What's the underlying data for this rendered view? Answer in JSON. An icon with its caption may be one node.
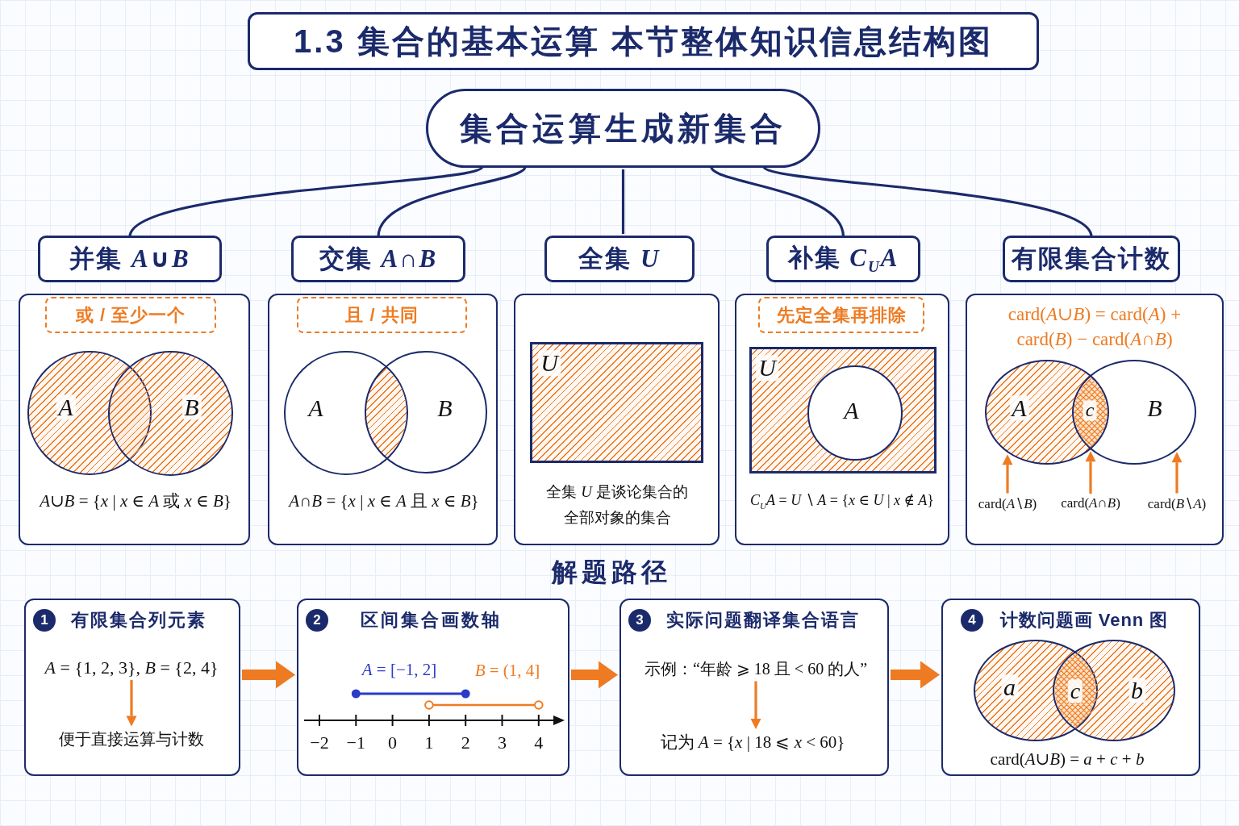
{
  "diagram": {
    "title": "1.3 集合的基本运算 本节整体知识信息结构图",
    "nodes": [
      {
        "text": [
          "集合运算生成新集合"
        ]
      },
      {
        "text": [
          "并集 *A*∪*B*"
        ]
      },
      {
        "text": [
          "交集 *A*∩*B*"
        ]
      },
      {
        "text": [
          "全集 *U*"
        ]
      },
      {
        "text": [
          "补集 *C*$_{U}$*A*"
        ]
      },
      {
        "text": [
          "有限集合计数"
        ]
      },
      {
        "text": [
          "*A*∪*B* = {*x* | *x* ∈ *A* 或 *x* ∈ *B*}"
        ]
      },
      {
        "text": [
          "或 / 至少一个"
        ],
        "in": 6
      },
      {
        "text": [
          "A"
        ],
        "in": 6
      },
      {
        "text": [
          "B"
        ],
        "in": 6
      },
      {
        "text": [
          "*A*∩*B* = {*x* | *x* ∈ *A* 且 *x* ∈ *B*}"
        ]
      },
      {
        "text": [
          "且 / 共同"
        ],
        "in": 10
      },
      {
        "text": [
          "A"
        ],
        "in": 10
      },
      {
        "text": [
          "B"
        ],
        "in": 10
      },
      {
        "text": [
          "全集 *U* 是谈论集合的全部对象的集合"
        ]
      },
      {
        "text": [
          "U"
        ],
        "in": 14
      },
      {
        "text": [
          "*C*$_{U}$*A* = *U* ∖ *A* = {*x* ∈ *U* | *x* ∉ *A*}"
        ]
      },
      {
        "text": [
          "先定全集再排除"
        ],
        "in": 16
      },
      {
        "text": [
          "U"
        ],
        "in": 16
      },
      {
        "text": [
          "A"
        ],
        "in": 18
      },
      {
        "text": [
          "card(*A*∪*B*) = card(*A*) + card(*B*) − card(*A*∩*B*)"
        ]
      },
      {
        "text": [
          "A"
        ],
        "in": 20
      },
      {
        "text": [
          "c"
        ]
      },
      {
        "text": [
          "B"
        ],
        "in": 20
      },
      {
        "text": [
          "card(*A*∖*B*)"
        ],
        "in": 20
      },
      {
        "text": [
          "card(*A*∩*B*)"
        ],
        "in": 20
      },
      {
        "text": [
          "card(*B*∖*A*)"
        ],
        "in": 20
      },
      {
        "text": [
          "有限集合列元素"
        ]
      },
      {
        "text": [
          "1"
        ],
        "in": 27
      },
      {
        "text": [
          "*A* = {1, 2, 3}, *B* = {2, 4}"
        ],
        "in": 27
      },
      {
        "text": [
          "便于直接运算与计数"
        ],
        "in": 27
      },
      {
        "text": [
          "区间集合画数轴",
          "*A* = [−1, 2]",
          "*B* = (1, 4]"
        ]
      },
      {
        "text": [
          "2"
        ],
        "in": 31
      },
      {
        "text": [
          "实际问题翻译集合语言"
        ]
      },
      {
        "text": [
          "3"
        ],
        "in": 33
      },
      {
        "text": [
          "示例：“年龄 ⩾ 18 且 < 60 的人”"
        ],
        "in": 33
      },
      {
        "text": [
          "记为 *A* = {*x* | 18 ⩽ *x* < 60}"
        ],
        "in": 33
      },
      {
        "text": [
          "计数问题画 Venn 图",
          "card(*A*∪*B*) = *a* + *c* + *b*"
        ]
      },
      {
        "text": [
          "4"
        ],
        "in": 37
      },
      {
        "text": [
          "a"
        ],
        "in": 37
      },
      {
        "text": [
          "c"
        ]
      },
      {
        "text": [
          "b"
        ],
        "in": 37
      }
    ],
    "edges": [
      {
        "from": 0,
        "to": 1,
        "arrow": "none",
        "color": "#1b2a6b"
      },
      {
        "from": 0,
        "to": 2,
        "arrow": "none",
        "color": "#1b2a6b"
      },
      {
        "from": 0,
        "to": 3,
        "arrow": "none",
        "color": "#1b2a6b"
      },
      {
        "from": 0,
        "to": 4,
        "arrow": "none",
        "color": "#1b2a6b"
      },
      {
        "from": 0,
        "to": 5,
        "arrow": "none",
        "color": "#1b2a6b"
      },
      {
        "from": 24,
        "to": 21,
        "arrow": "to"
      },
      {
        "from": 25,
        "to": 22,
        "arrow": "to"
      },
      {
        "from": 26,
        "to": 23,
        "arrow": "to"
      },
      {
        "from": 29,
        "to": 30,
        "arrow": "to"
      },
      {
        "from": 27,
        "to": 31,
        "arrow": "to",
        "style": "thick"
      },
      {
        "from": 31,
        "to": 33,
        "arrow": "to",
        "style": "thick"
      },
      {
        "from": 35,
        "to": 36,
        "arrow": "to"
      },
      {
        "from": 33,
        "to": 37,
        "arrow": "to",
        "style": "thick"
      }
    ],
    "labels": [
      "解题路径",
      "−2",
      "−1",
      "0",
      "1",
      "2",
      "3",
      "4"
    ]
  }
}
